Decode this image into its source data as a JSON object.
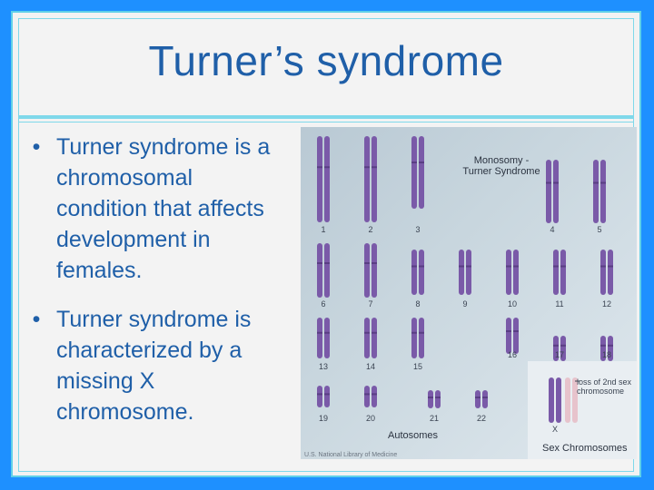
{
  "slide": {
    "title": "Turner’s syndrome",
    "bullets": [
      "Turner syndrome is a chromosomal condition that affects development in females.",
      "Turner syndrome is characterized by a missing X chromosome."
    ]
  },
  "figure": {
    "heading": "Monosomy - Turner Syndrome",
    "chromosome_numbers": [
      "1",
      "2",
      "3",
      "4",
      "5",
      "6",
      "7",
      "8",
      "9",
      "10",
      "11",
      "12",
      "13",
      "14",
      "15",
      "16",
      "17",
      "18",
      "19",
      "20",
      "21",
      "22"
    ],
    "autosomes_label": "Autosomes",
    "sex_chromosomes_label": "Sex Chromosomes",
    "loss_note": "loss of 2nd sex chromosome",
    "x_label": "X",
    "credit": "U.S. National Library of Medicine"
  },
  "colors": {
    "background": "#1e90ff",
    "frame": "#7fd8ea",
    "text": "#1f5fa8",
    "chromosome": "#7a5aa8"
  }
}
